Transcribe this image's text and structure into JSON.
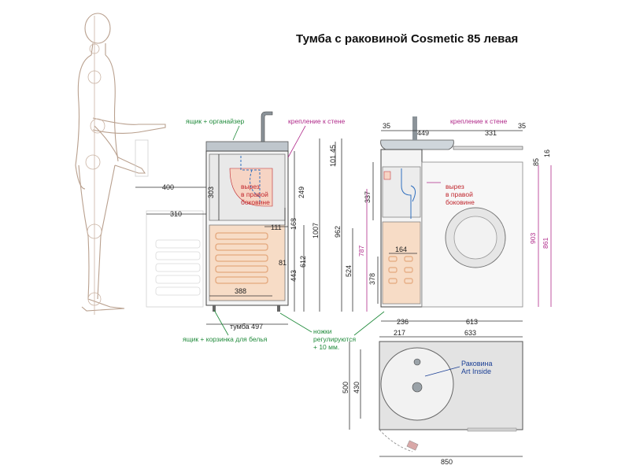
{
  "title": "Тумба с раковиной Cosmetic 85 левая",
  "labels": {
    "drawer_organizer": "ящик + органайзер",
    "wall_mount_left": "крепление к стене",
    "wall_mount_right": "крепление к стене",
    "cutout_left": [
      "вырез",
      "в правой",
      "боковине"
    ],
    "cutout_right": [
      "вырез",
      "в правой",
      "боковине"
    ],
    "cabinet": "тумба 497",
    "drawer_basket": "ящик + корзинка для белья",
    "legs": [
      "ножки",
      "регулируются",
      "+ 10 мм."
    ],
    "sink": [
      "Раковина",
      "Art Inside"
    ]
  },
  "dimensions": {
    "side": [
      "400",
      "310",
      "303",
      "249",
      "111",
      "168",
      "81",
      "443",
      "612",
      "388",
      "45",
      "101",
      "1007",
      "962"
    ],
    "front": [
      "35",
      "449",
      "331",
      "35",
      "85",
      "16",
      "337",
      "787",
      "524",
      "378",
      "164",
      "903",
      "861",
      "236",
      "613"
    ],
    "top": [
      "217",
      "633",
      "500",
      "430",
      "850"
    ]
  },
  "colors": {
    "green": "#1f8a3a",
    "purple": "#b02a8a",
    "red": "#c0262d",
    "blue": "#1b3f95",
    "drawer_fill": "#f7dcc6"
  }
}
